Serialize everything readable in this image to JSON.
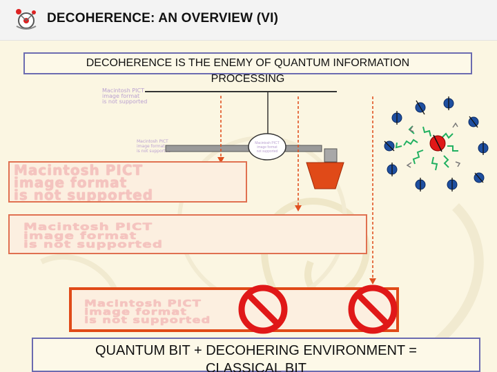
{
  "header": {
    "title": "DECOHERENCE: AN OVERVIEW (VI)"
  },
  "top_box": {
    "line1": "DECOHERENCE IS THE ENEMY OF QUANTUM INFORMATION",
    "line2": "PROCESSING"
  },
  "bottom_box": {
    "line1": "QUANTUM BIT + DECOHERING ENVIRONMENT =",
    "line2": "CLASSICAL BIT"
  },
  "placeholder": {
    "text": "Macintosh PICT\nimage format\nis not supported"
  },
  "colors": {
    "accent_box": "#6b6bb0",
    "pict_border": "#e07050",
    "arrow": "#e05020",
    "cup": "#e04a18",
    "qubit_red": "#e01818",
    "spin_blue": "#1e4fa0",
    "wave_green": "#20b060"
  }
}
